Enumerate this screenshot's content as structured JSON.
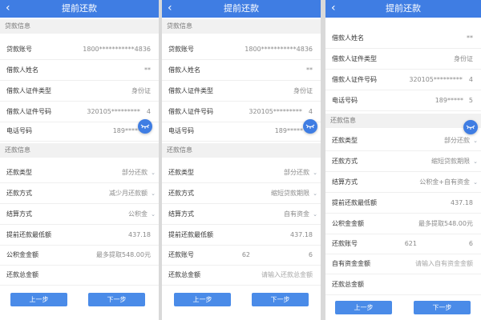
{
  "header_title": "提前还款",
  "back_icon": "chevron-left-icon",
  "sections": {
    "loan_info": "贷款信息",
    "repay_info": "还款信息"
  },
  "labels": {
    "loan_account": "贷款账号",
    "borrower_name": "借款人姓名",
    "id_type": "借款人证件类型",
    "id_number": "借款人证件号码",
    "phone": "电话号码",
    "repay_type": "还款类型",
    "repay_method": "还款方式",
    "settle_method": "结算方式",
    "min_amount": "提前还款最低额",
    "fund_amount": "公积金金额",
    "repay_account": "还款账号",
    "own_fund_amount": "自有资金金额",
    "total_amount": "还款总金额"
  },
  "screen1": {
    "loan_account": "1800***********4836",
    "borrower_name": "**",
    "id_type": "身份证",
    "id_number": "320105*********　4",
    "phone": "189*****",
    "repay_type": "部分还款",
    "repay_method": "减少月还款额",
    "settle_method": "公积金",
    "min_amount": "437.18",
    "fund_amount": "最多提取548.00元",
    "total_amount": ""
  },
  "screen2": {
    "loan_account": "1800***********4836",
    "borrower_name": "**",
    "id_type": "身份证",
    "id_number": "320105*********　4",
    "phone": "189*****",
    "repay_type": "部分还款",
    "repay_method": "缩短贷款期限",
    "settle_method": "自有资金",
    "min_amount": "437.18",
    "repay_account_left": "62",
    "repay_account_right": "6",
    "total_placeholder": "请输入还款总金额"
  },
  "screen3": {
    "borrower_name": "**",
    "id_type": "身份证",
    "id_number": "320105*********　4",
    "phone_left": "189*****",
    "phone_right": "5",
    "repay_type": "部分还款",
    "repay_method": "缩短贷款期限",
    "settle_method": "公积金+自有资金",
    "min_amount": "437.18",
    "fund_amount": "最多提取548.00元",
    "repay_account_left": "621",
    "repay_account_right": "6",
    "own_fund_placeholder": "请输入自有资金金额",
    "total_amount": ""
  },
  "buttons": {
    "prev": "上一步",
    "next": "下一步"
  },
  "colors": {
    "primary": "#3f7de3",
    "button": "#4a8be8",
    "section_bg": "#f1f1f1"
  },
  "fab_icon": "eye-closed-icon"
}
